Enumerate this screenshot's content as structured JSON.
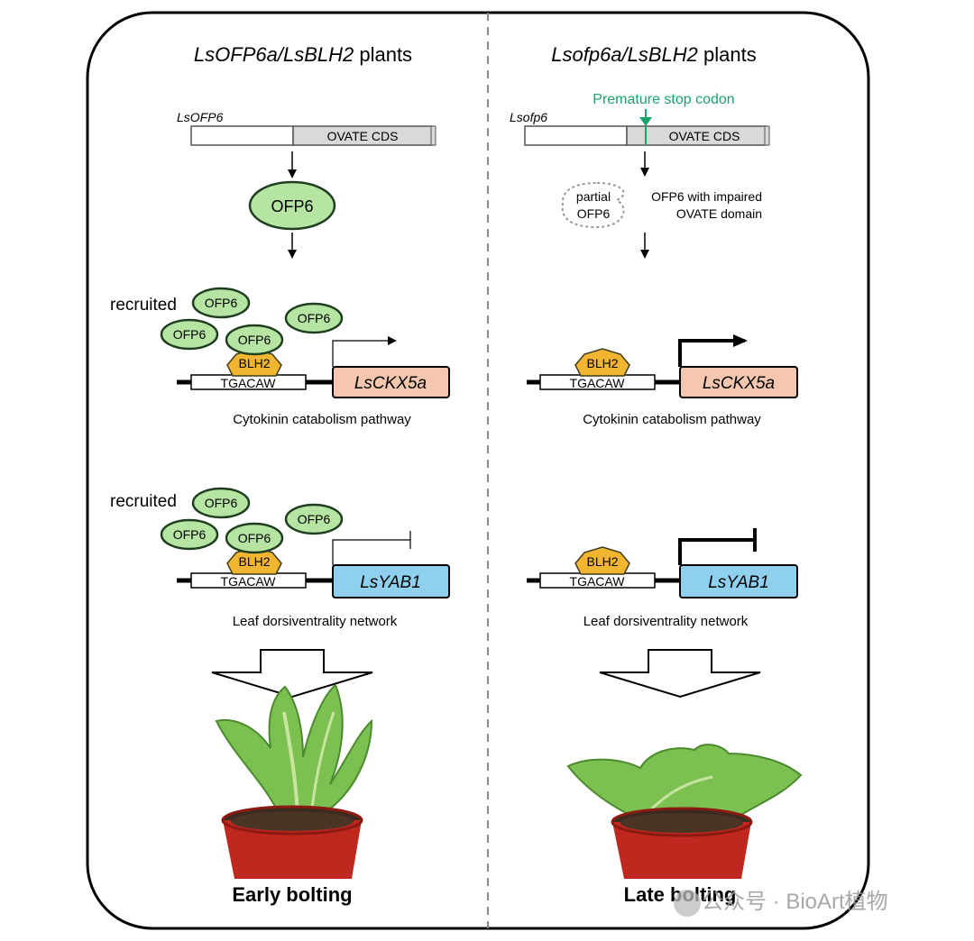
{
  "colors": {
    "ofp6_fill": "#b5e4a3",
    "ofp6_stroke": "#1f3d1f",
    "blh2_fill": "#f2b531",
    "ckx5a_fill": "#f5c7ae",
    "yab1_fill": "#8fd0ee",
    "gene_box_gray": "#d9d9d9",
    "stop_codon": "#1aa36b"
  },
  "left": {
    "title_italic": "LsOFP6a/LsBLH2",
    "title_rest": " plants",
    "gene_label": "LsOFP6",
    "cds_label": "OVATE CDS",
    "protein_label": "OFP6",
    "recruited_label": "recruited",
    "ofp6_label": "OFP6",
    "blh2_label": "BLH2",
    "motif_label": "TGACAW",
    "ckx_label": "LsCKX5a",
    "ckx_pathway": "Cytokinin catabolism pathway",
    "yab_label": "LsYAB1",
    "yab_network": "Leaf dorsiventrality network",
    "phenotype": "Early bolting"
  },
  "right": {
    "title_italic": "Lsofp6a/LsBLH2",
    "title_rest": " plants",
    "stop_codon_label": "Premature stop codon",
    "gene_label": "Lsofp6",
    "cds_label": "OVATE CDS",
    "partial_line1": "partial",
    "partial_line2": "OFP6",
    "impaired_line1": "OFP6 with impaired",
    "impaired_line2": "OVATE domain",
    "blh2_label": "BLH2",
    "motif_label": "TGACAW",
    "ckx_label": "LsCKX5a",
    "ckx_pathway": "Cytokinin catabolism pathway",
    "yab_label": "LsYAB1",
    "yab_network": "Leaf dorsiventrality network",
    "phenotype": "Late bolting"
  },
  "watermark": "公众号 · BioArt植物"
}
